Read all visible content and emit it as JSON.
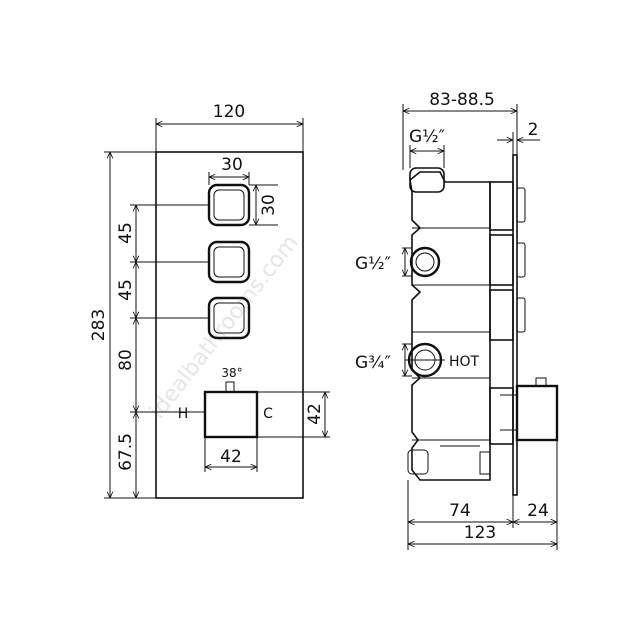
{
  "front_view": {
    "width_label": "120",
    "height_label": "283",
    "button_width_label": "30",
    "button_height_label": "30",
    "spacing_1_label": "45",
    "spacing_2_label": "45",
    "spacing_3_label": "80",
    "spacing_4_label": "67.5",
    "handle_angle_label": "38°",
    "handle_width_label": "42",
    "handle_height_label": "42",
    "hot_side_label": "H",
    "cold_side_label": "C"
  },
  "side_view": {
    "depth_label": "83-88.5",
    "plate_label": "2",
    "top_port_label": "G½″",
    "mid_port_label": "G½″",
    "hot_port_label": "G¾″",
    "hot_label": "HOT",
    "body_depth_label": "74",
    "handle_depth_label": "24",
    "total_depth_label": "123"
  },
  "watermark": "idealbathrooms.com"
}
